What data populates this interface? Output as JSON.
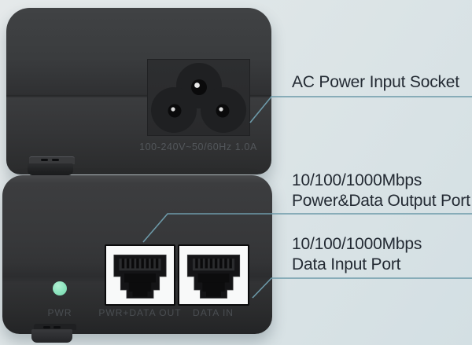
{
  "device_top_view": {
    "voltage_text": "100-240V~50/60Hz 1.0A"
  },
  "device_front_view": {
    "led_label": "PWR",
    "port_out_label": "PWR+DATA OUT",
    "port_in_label": "DATA IN"
  },
  "annotations": {
    "power_socket": {
      "line1": "AC Power Input Socket"
    },
    "output_port": {
      "line1": "10/100/1000Mbps",
      "line2": "Power&Data Output Port"
    },
    "input_port": {
      "line1": "10/100/1000Mbps",
      "line2": "Data Input Port"
    }
  },
  "colors": {
    "background": "#dbe4e7",
    "device_body": "#333436",
    "annotation_text": "#232a33",
    "leader_line": "#6d9aa9",
    "led_green": "#8be3bd",
    "port_bezel": "#f8f9f9"
  }
}
